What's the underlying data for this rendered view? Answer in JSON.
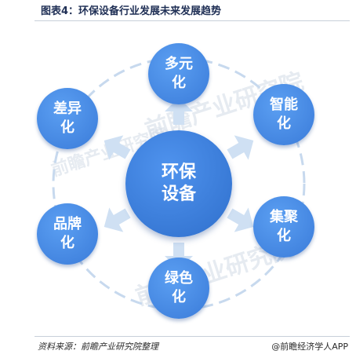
{
  "title": "图表4：环保设备行业发展未来发展趋势",
  "center": {
    "label": "环保设备"
  },
  "trends": [
    {
      "label": "多元化"
    },
    {
      "label": "智能化"
    },
    {
      "label": "集聚化"
    },
    {
      "label": "绿色化"
    },
    {
      "label": "品牌化"
    },
    {
      "label": "差异化"
    }
  ],
  "footer": {
    "source": "资料来源：前瞻产业研究院整理",
    "brand": "@前瞻经济学人APP"
  },
  "watermark": "前瞻产业研究院",
  "colors": {
    "node": "#3f86e6",
    "center": "#3479d8",
    "arrow": "#cfe0f3",
    "ring": "#c7d9ee",
    "title": "#1f2f55"
  }
}
